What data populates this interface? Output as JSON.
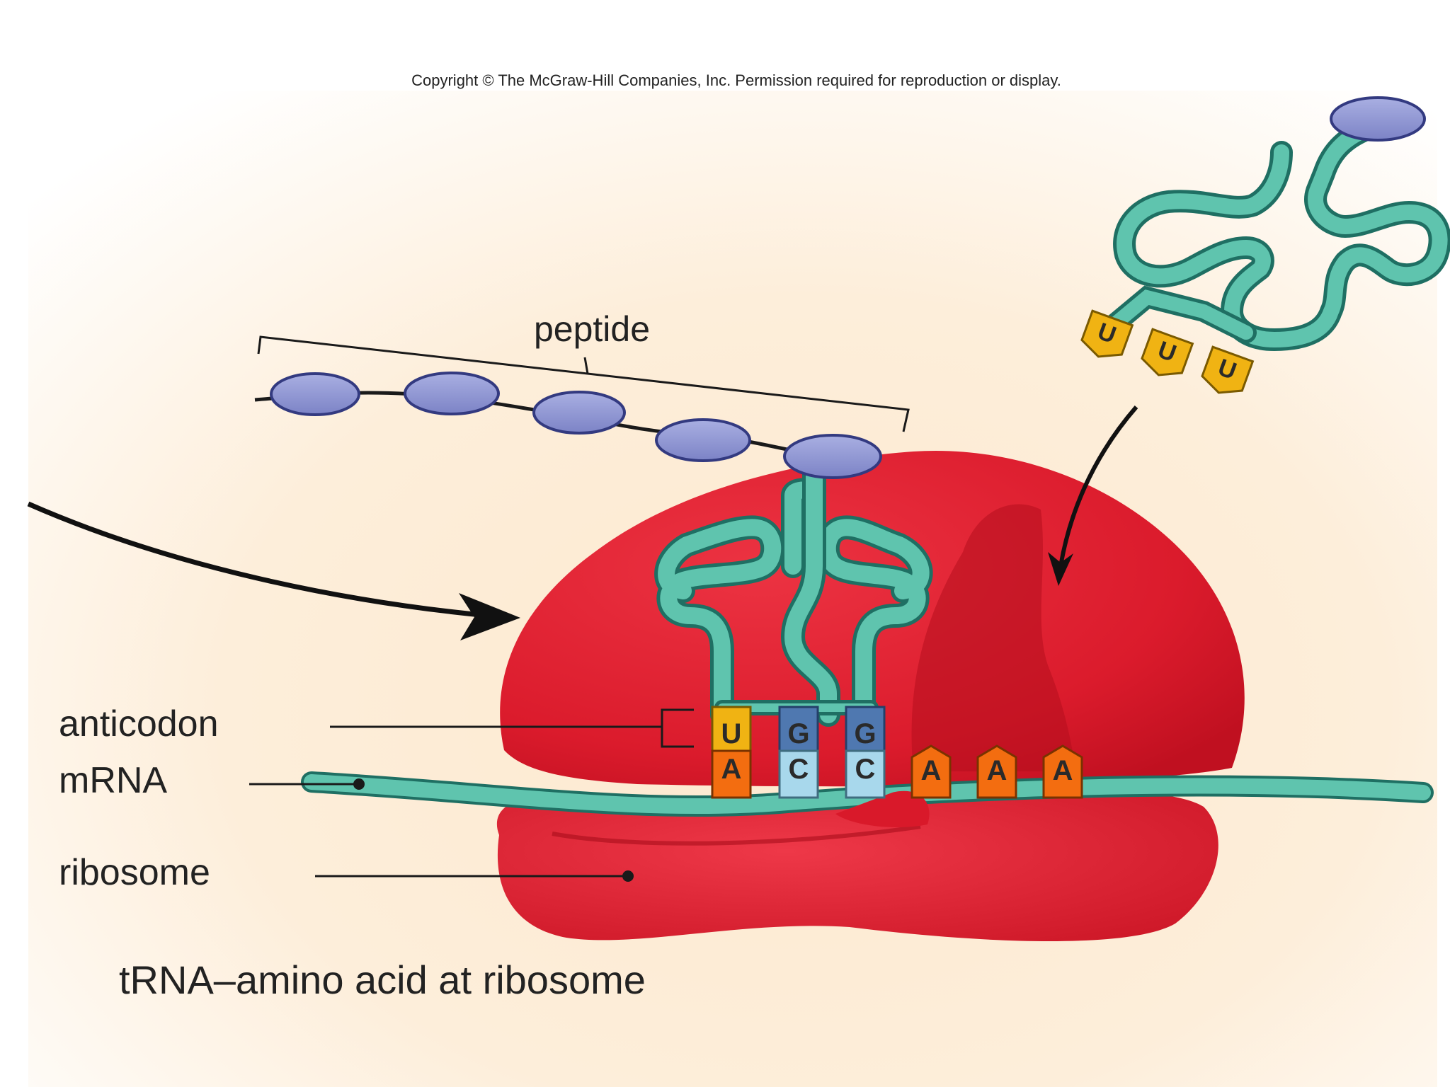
{
  "copyright": "Copyright © The McGraw-Hill Companies, Inc. Permission required for reproduction or display.",
  "labels": {
    "peptide": "peptide",
    "anticodon": "anticodon",
    "mrna": "mRNA",
    "ribosome": "ribosome"
  },
  "caption": "tRNA–amino acid at ribosome",
  "incoming_trna": {
    "anticodon": [
      "U",
      "U",
      "U"
    ]
  },
  "bound_trna": {
    "anticodon": [
      "U",
      "G",
      "G"
    ],
    "codon": [
      "A",
      "C",
      "C"
    ]
  },
  "next_codon": [
    "A",
    "A",
    "A"
  ],
  "colors": {
    "ribosome": "#d9192a",
    "ribosome_dark": "#b3101d",
    "trna": "#5fc4ae",
    "trna_outline": "#1f6f63",
    "amino_acid": "#8e95d4",
    "base_U": "#f0b313",
    "base_A": "#f36d10",
    "base_G": "#4f78b0",
    "base_C": "#a8d8ec",
    "background_glow": "#fbe3c4"
  },
  "icons": {
    "arrow_left": "curved-arrow-icon",
    "arrow_right": "curved-arrow-icon"
  }
}
